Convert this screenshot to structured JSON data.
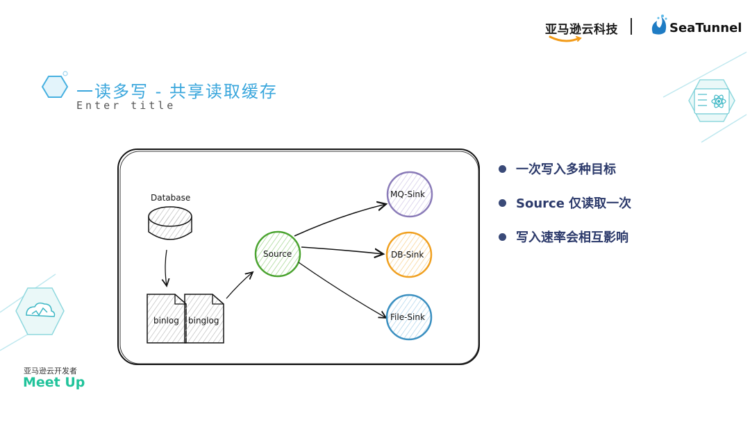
{
  "header": {
    "brand_left": "亚马逊云科技",
    "brand_right": "SeaTunnel"
  },
  "title": {
    "main": "一读多写 - 共享读取缓存",
    "sub": "Enter title"
  },
  "diagram": {
    "database_label": "Database",
    "binlog_1": "binlog",
    "binlog_2": "binglog",
    "source": "Source",
    "sinks": {
      "mq": "MQ-Sink",
      "db": "DB-Sink",
      "file": "File-Sink"
    },
    "colors": {
      "source": "#4aa32f",
      "mq": "#8a7bb8",
      "db": "#f0a020",
      "file": "#3a8fc0"
    }
  },
  "bullets": [
    "一次写入多种目标",
    "Source 仅读取一次",
    "写入速率会相互影响"
  ],
  "footer": {
    "cn": "亚马逊云开发者",
    "en": "Meet Up"
  }
}
